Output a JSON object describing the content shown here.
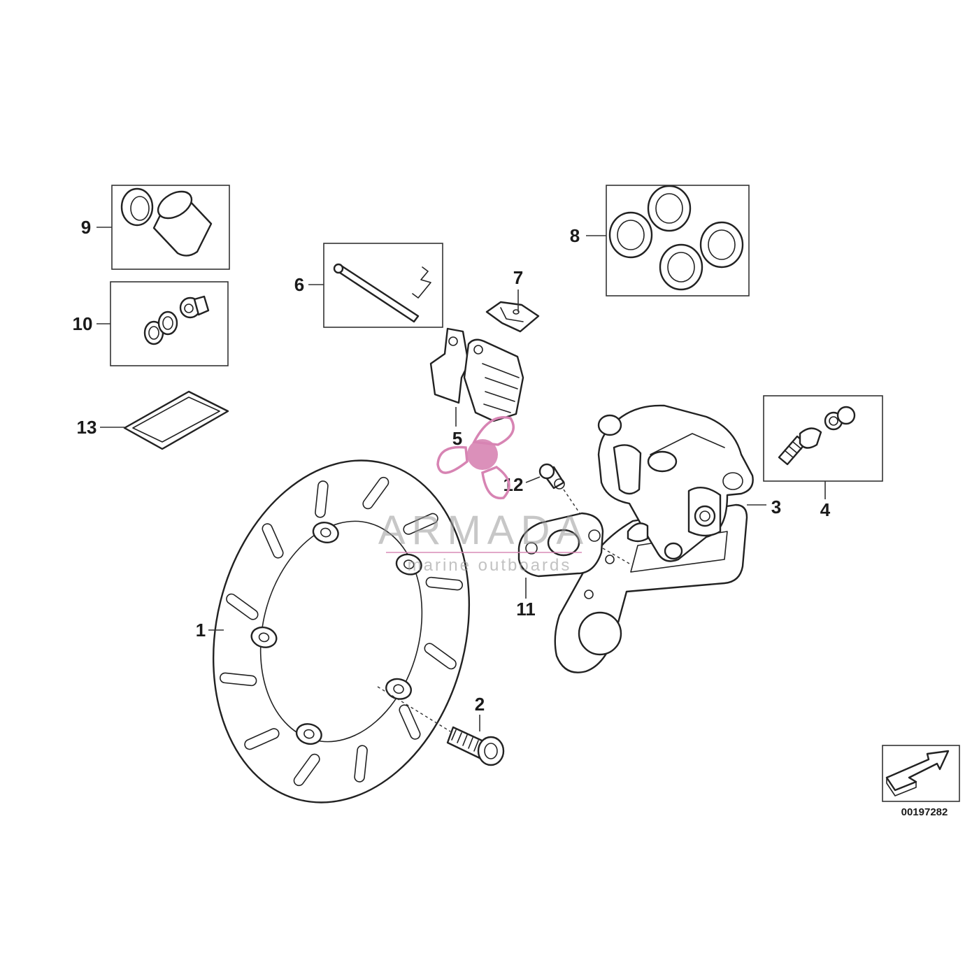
{
  "diagram": {
    "callouts": {
      "c1": "1",
      "c2": "2",
      "c3": "3",
      "c4": "4",
      "c5": "5",
      "c6": "6",
      "c7": "7",
      "c8": "8",
      "c9": "9",
      "c10": "10",
      "c11": "11",
      "c12": "12",
      "c13": "13"
    },
    "document_number": "00197282"
  },
  "watermark": {
    "title": "ARMADA",
    "subtitle": "marine outboards",
    "accent_color": "#d784b3"
  },
  "colors": {
    "line": "#222222",
    "background": "#ffffff"
  }
}
